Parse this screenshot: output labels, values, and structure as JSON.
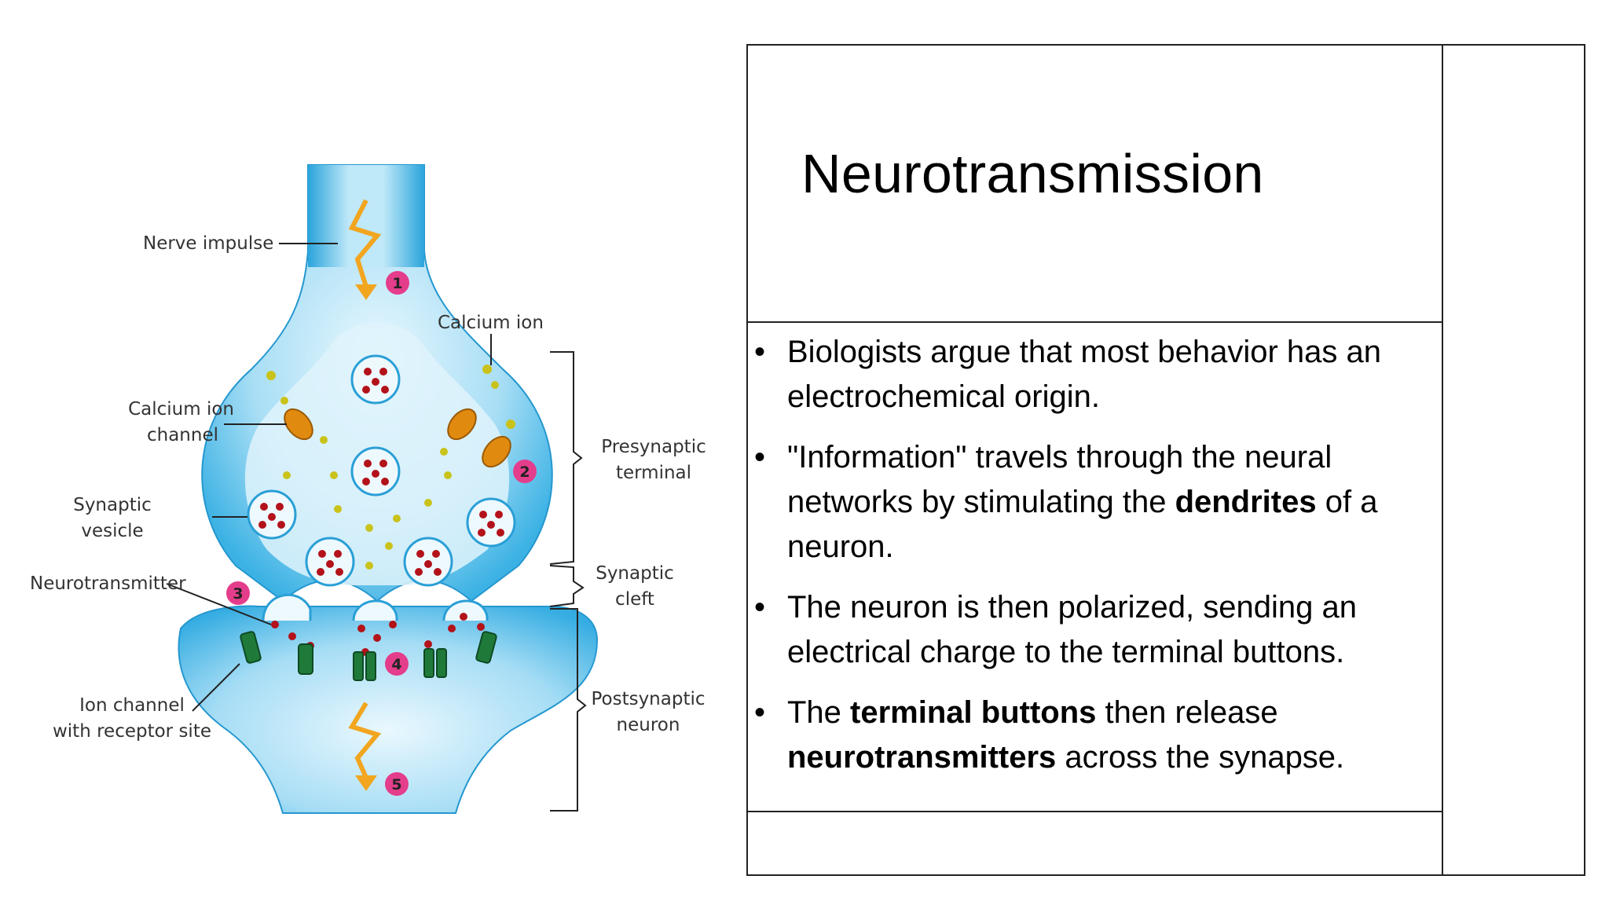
{
  "slide": {
    "title": "Neurotransmission",
    "bullet_glyph": "•",
    "bullets": [
      {
        "parts": [
          {
            "t": "Biologists argue that most behavior has an electrochemical origin.",
            "b": false
          }
        ]
      },
      {
        "parts": [
          {
            "t": "\"Information\" travels through the neural networks by stimulating the ",
            "b": false
          },
          {
            "t": "dendrites",
            "b": true
          },
          {
            "t": " of a neuron.",
            "b": false
          }
        ]
      },
      {
        "parts": [
          {
            "t": "The neuron is then polarized, sending an electrical charge to the terminal buttons.",
            "b": false
          }
        ]
      },
      {
        "parts": [
          {
            "t": "The ",
            "b": false
          },
          {
            "t": "terminal buttons",
            "b": true
          },
          {
            "t": " then release ",
            "b": false
          },
          {
            "t": "neurotransmitters",
            "b": true
          },
          {
            "t": " across the synapse.",
            "b": false
          }
        ]
      }
    ]
  },
  "diagram": {
    "labels": {
      "nerve_impulse": "Nerve impulse",
      "calcium_ion": "Calcium ion",
      "calcium_channel_1": "Calcium ion",
      "calcium_channel_2": "channel",
      "synaptic_vesicle_1": "Synaptic",
      "synaptic_vesicle_2": "vesicle",
      "neurotransmitter": "Neurotransmitter",
      "ion_channel_1": "Ion channel",
      "ion_channel_2": "with receptor site",
      "presynaptic_1": "Presynaptic",
      "presynaptic_2": "terminal",
      "cleft_1": "Synaptic",
      "cleft_2": "cleft",
      "postsynaptic_1": "Postsynaptic",
      "postsynaptic_2": "neuron"
    },
    "steps": [
      "1",
      "2",
      "3",
      "4",
      "5"
    ],
    "colors": {
      "membrane": "#5fc3ea",
      "membrane_dark": "#2a9fd6",
      "vesicle": "#e8f6fc",
      "neurotransmitter": "#b3121a",
      "calcium": "#c9c21a",
      "channel": "#e08a10",
      "receptor": "#1f7a3a",
      "badge": "#e43d8c",
      "arrow": "#f2a51f"
    }
  }
}
